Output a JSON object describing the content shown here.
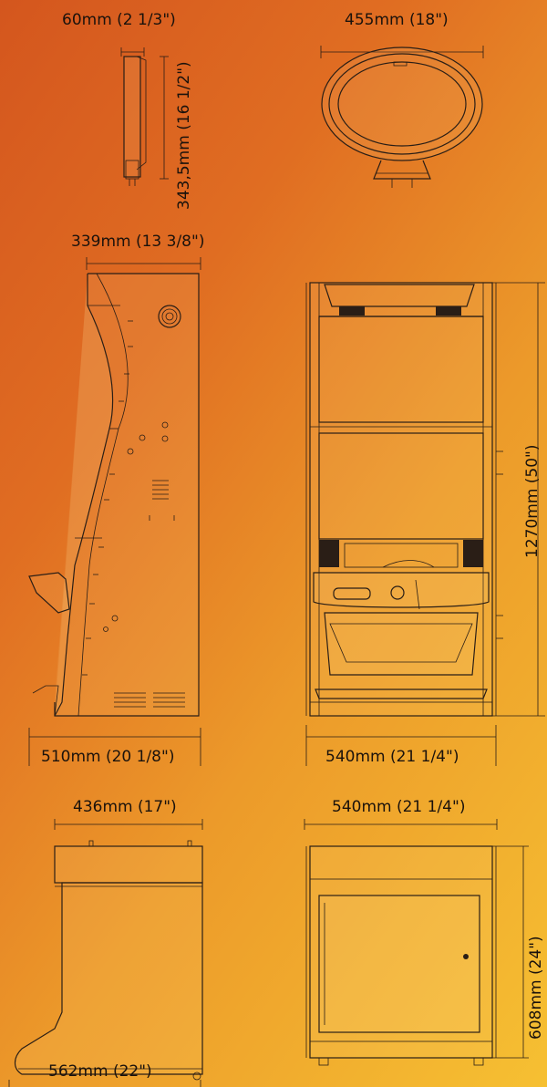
{
  "colors": {
    "bg_start": "#d4561e",
    "bg_end": "#f6c032",
    "line": "#2a1e16"
  },
  "dimensions": {
    "topper_side_depth": "60mm (2 1/3\")",
    "topper_side_height": "343,5mm (16 1/2\")",
    "topper_front_width": "455mm (18\")",
    "cabinet_top_depth": "339mm (13 3/8\")",
    "cabinet_side_depth": "510mm (20 1/8\")",
    "cabinet_front_width": "540mm (21 1/4\")",
    "cabinet_height": "1270mm (50\")",
    "base_top_depth": "436mm (17\")",
    "base_side_depth": "562mm (22\")",
    "base_front_width": "540mm (21 1/4\")",
    "base_height": "608mm (24\")"
  }
}
